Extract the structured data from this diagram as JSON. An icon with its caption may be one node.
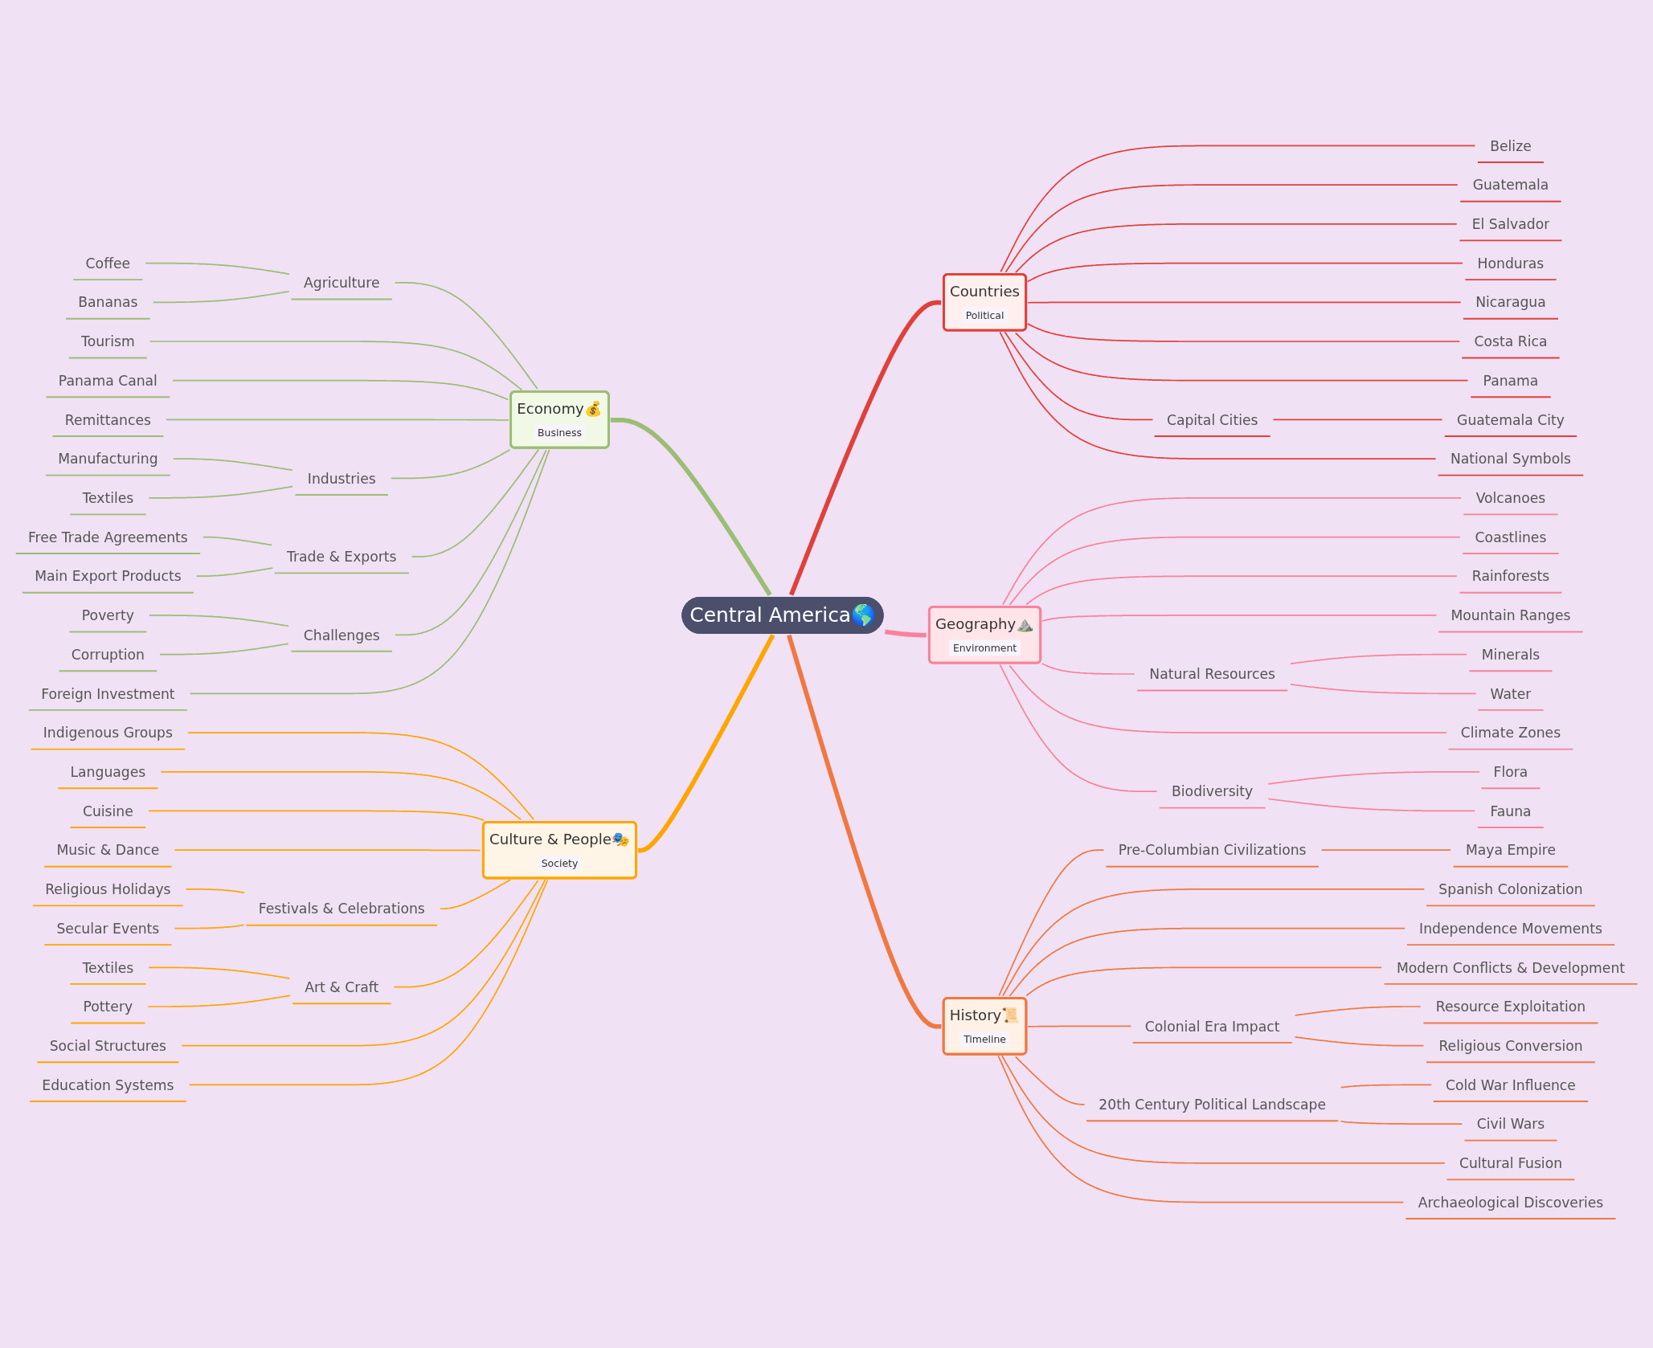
{
  "diagram": {
    "nodes": [
      {
        "text": [
          "Central America🌎"
        ]
      },
      {
        "text": [
          "Countries",
          "Political"
        ]
      },
      {
        "text": [
          "Belize"
        ]
      },
      {
        "text": [
          "Guatemala"
        ]
      },
      {
        "text": [
          "El Salvador"
        ]
      },
      {
        "text": [
          "Honduras"
        ]
      },
      {
        "text": [
          "Nicaragua"
        ]
      },
      {
        "text": [
          "Costa Rica"
        ]
      },
      {
        "text": [
          "Panama"
        ]
      },
      {
        "text": [
          "Capital Cities"
        ]
      },
      {
        "text": [
          "Guatemala City"
        ]
      },
      {
        "text": [
          "National Symbols"
        ]
      },
      {
        "text": [
          "Geography⛰️",
          "Environment"
        ]
      },
      {
        "text": [
          "Volcanoes"
        ]
      },
      {
        "text": [
          "Coastlines"
        ]
      },
      {
        "text": [
          "Rainforests"
        ]
      },
      {
        "text": [
          "Mountain Ranges"
        ]
      },
      {
        "text": [
          "Natural Resources"
        ]
      },
      {
        "text": [
          "Minerals"
        ]
      },
      {
        "text": [
          "Water"
        ]
      },
      {
        "text": [
          "Climate Zones"
        ]
      },
      {
        "text": [
          "Biodiversity"
        ]
      },
      {
        "text": [
          "Flora"
        ]
      },
      {
        "text": [
          "Fauna"
        ]
      },
      {
        "text": [
          "History📜",
          "Timeline"
        ]
      },
      {
        "text": [
          "Pre-Columbian Civilizations"
        ]
      },
      {
        "text": [
          "Maya Empire"
        ]
      },
      {
        "text": [
          "Spanish Colonization"
        ]
      },
      {
        "text": [
          "Independence Movements"
        ]
      },
      {
        "text": [
          "Modern Conflicts & Development"
        ]
      },
      {
        "text": [
          "Colonial Era Impact"
        ]
      },
      {
        "text": [
          "Resource Exploitation"
        ]
      },
      {
        "text": [
          "Religious Conversion"
        ]
      },
      {
        "text": [
          "20th Century Political Landscape"
        ]
      },
      {
        "text": [
          "Cold War Influence"
        ]
      },
      {
        "text": [
          "Civil Wars"
        ]
      },
      {
        "text": [
          "Cultural Fusion"
        ]
      },
      {
        "text": [
          "Archaeological Discoveries"
        ]
      },
      {
        "text": [
          "Economy💰",
          "Business"
        ]
      },
      {
        "text": [
          "Agriculture"
        ]
      },
      {
        "text": [
          "Coffee"
        ]
      },
      {
        "text": [
          "Bananas"
        ]
      },
      {
        "text": [
          "Tourism"
        ]
      },
      {
        "text": [
          "Panama Canal"
        ]
      },
      {
        "text": [
          "Remittances"
        ]
      },
      {
        "text": [
          "Industries"
        ]
      },
      {
        "text": [
          "Manufacturing"
        ]
      },
      {
        "text": [
          "Textiles"
        ]
      },
      {
        "text": [
          "Trade & Exports"
        ]
      },
      {
        "text": [
          "Free Trade Agreements"
        ]
      },
      {
        "text": [
          "Main Export Products"
        ]
      },
      {
        "text": [
          "Challenges"
        ]
      },
      {
        "text": [
          "Poverty"
        ]
      },
      {
        "text": [
          "Corruption"
        ]
      },
      {
        "text": [
          "Foreign Investment"
        ]
      },
      {
        "text": [
          "Culture & People🎭",
          "Society"
        ]
      },
      {
        "text": [
          "Indigenous Groups"
        ]
      },
      {
        "text": [
          "Languages"
        ]
      },
      {
        "text": [
          "Cuisine"
        ]
      },
      {
        "text": [
          "Music & Dance"
        ]
      },
      {
        "text": [
          "Festivals & Celebrations"
        ]
      },
      {
        "text": [
          "Religious Holidays"
        ]
      },
      {
        "text": [
          "Secular Events"
        ]
      },
      {
        "text": [
          "Art & Craft"
        ]
      },
      {
        "text": [
          "Textiles"
        ]
      },
      {
        "text": [
          "Pottery"
        ]
      },
      {
        "text": [
          "Social Structures"
        ]
      },
      {
        "text": [
          "Education Systems"
        ]
      }
    ],
    "edges": [
      {
        "from": 0,
        "to": 1,
        "arrow": "none",
        "style": "thick",
        "color": "#e0403a"
      },
      {
        "from": 1,
        "to": 2,
        "arrow": "none",
        "color": "#e0403a"
      },
      {
        "from": 1,
        "to": 3,
        "arrow": "none",
        "color": "#e0403a"
      },
      {
        "from": 1,
        "to": 4,
        "arrow": "none",
        "color": "#e0403a"
      },
      {
        "from": 1,
        "to": 5,
        "arrow": "none",
        "color": "#e0403a"
      },
      {
        "from": 1,
        "to": 6,
        "arrow": "none",
        "color": "#e0403a"
      },
      {
        "from": 1,
        "to": 7,
        "arrow": "none",
        "color": "#e0403a"
      },
      {
        "from": 1,
        "to": 8,
        "arrow": "none",
        "color": "#e0403a"
      },
      {
        "from": 1,
        "to": 9,
        "arrow": "none",
        "color": "#e0403a"
      },
      {
        "from": 9,
        "to": 10,
        "arrow": "none",
        "color": "#e0403a"
      },
      {
        "from": 1,
        "to": 11,
        "arrow": "none",
        "color": "#e0403a"
      },
      {
        "from": 0,
        "to": 12,
        "arrow": "none",
        "style": "thick",
        "color": "#f7829c"
      },
      {
        "from": 12,
        "to": 13,
        "arrow": "none",
        "color": "#f7829c"
      },
      {
        "from": 12,
        "to": 14,
        "arrow": "none",
        "color": "#f7829c"
      },
      {
        "from": 12,
        "to": 15,
        "arrow": "none",
        "color": "#f7829c"
      },
      {
        "from": 12,
        "to": 16,
        "arrow": "none",
        "color": "#f7829c"
      },
      {
        "from": 12,
        "to": 17,
        "arrow": "none",
        "color": "#f7829c"
      },
      {
        "from": 17,
        "to": 18,
        "arrow": "none",
        "color": "#f7829c"
      },
      {
        "from": 17,
        "to": 19,
        "arrow": "none",
        "color": "#f7829c"
      },
      {
        "from": 12,
        "to": 20,
        "arrow": "none",
        "color": "#f7829c"
      },
      {
        "from": 12,
        "to": 21,
        "arrow": "none",
        "color": "#f7829c"
      },
      {
        "from": 21,
        "to": 22,
        "arrow": "none",
        "color": "#f7829c"
      },
      {
        "from": 21,
        "to": 23,
        "arrow": "none",
        "color": "#f7829c"
      },
      {
        "from": 0,
        "to": 24,
        "arrow": "none",
        "style": "thick",
        "color": "#f07840"
      },
      {
        "from": 24,
        "to": 25,
        "arrow": "none",
        "color": "#f07840"
      },
      {
        "from": 25,
        "to": 26,
        "arrow": "none",
        "color": "#f07840"
      },
      {
        "from": 24,
        "to": 27,
        "arrow": "none",
        "color": "#f07840"
      },
      {
        "from": 24,
        "to": 28,
        "arrow": "none",
        "color": "#f07840"
      },
      {
        "from": 24,
        "to": 29,
        "arrow": "none",
        "color": "#f07840"
      },
      {
        "from": 24,
        "to": 30,
        "arrow": "none",
        "color": "#f07840"
      },
      {
        "from": 30,
        "to": 31,
        "arrow": "none",
        "color": "#f07840"
      },
      {
        "from": 30,
        "to": 32,
        "arrow": "none",
        "color": "#f07840"
      },
      {
        "from": 24,
        "to": 33,
        "arrow": "none",
        "color": "#f07840"
      },
      {
        "from": 33,
        "to": 34,
        "arrow": "none",
        "color": "#f07840"
      },
      {
        "from": 33,
        "to": 35,
        "arrow": "none",
        "color": "#f07840"
      },
      {
        "from": 24,
        "to": 36,
        "arrow": "none",
        "color": "#f07840"
      },
      {
        "from": 24,
        "to": 37,
        "arrow": "none",
        "color": "#f07840"
      },
      {
        "from": 0,
        "to": 38,
        "arrow": "none",
        "style": "thick",
        "color": "#9bbd74"
      },
      {
        "from": 38,
        "to": 39,
        "arrow": "none",
        "color": "#9bbd74"
      },
      {
        "from": 39,
        "to": 40,
        "arrow": "none",
        "color": "#9bbd74"
      },
      {
        "from": 39,
        "to": 41,
        "arrow": "none",
        "color": "#9bbd74"
      },
      {
        "from": 38,
        "to": 42,
        "arrow": "none",
        "color": "#9bbd74"
      },
      {
        "from": 38,
        "to": 43,
        "arrow": "none",
        "color": "#9bbd74"
      },
      {
        "from": 38,
        "to": 44,
        "arrow": "none",
        "color": "#9bbd74"
      },
      {
        "from": 38,
        "to": 45,
        "arrow": "none",
        "color": "#9bbd74"
      },
      {
        "from": 45,
        "to": 46,
        "arrow": "none",
        "color": "#9bbd74"
      },
      {
        "from": 45,
        "to": 47,
        "arrow": "none",
        "color": "#9bbd74"
      },
      {
        "from": 38,
        "to": 48,
        "arrow": "none",
        "color": "#9bbd74"
      },
      {
        "from": 48,
        "to": 49,
        "arrow": "none",
        "color": "#9bbd74"
      },
      {
        "from": 48,
        "to": 50,
        "arrow": "none",
        "color": "#9bbd74"
      },
      {
        "from": 38,
        "to": 51,
        "arrow": "none",
        "color": "#9bbd74"
      },
      {
        "from": 51,
        "to": 52,
        "arrow": "none",
        "color": "#9bbd74"
      },
      {
        "from": 51,
        "to": 53,
        "arrow": "none",
        "color": "#9bbd74"
      },
      {
        "from": 38,
        "to": 54,
        "arrow": "none",
        "color": "#9bbd74"
      },
      {
        "from": 0,
        "to": 55,
        "arrow": "none",
        "style": "thick",
        "color": "#ffa500"
      },
      {
        "from": 55,
        "to": 56,
        "arrow": "none",
        "color": "#ffa500"
      },
      {
        "from": 55,
        "to": 57,
        "arrow": "none",
        "color": "#ffa500"
      },
      {
        "from": 55,
        "to": 58,
        "arrow": "none",
        "color": "#ffa500"
      },
      {
        "from": 55,
        "to": 59,
        "arrow": "none",
        "color": "#ffa500"
      },
      {
        "from": 55,
        "to": 60,
        "arrow": "none",
        "color": "#ffa500"
      },
      {
        "from": 60,
        "to": 61,
        "arrow": "none",
        "color": "#ffa500"
      },
      {
        "from": 60,
        "to": 62,
        "arrow": "none",
        "color": "#ffa500"
      },
      {
        "from": 55,
        "to": 63,
        "arrow": "none",
        "color": "#ffa500"
      },
      {
        "from": 63,
        "to": 64,
        "arrow": "none",
        "color": "#ffa500"
      },
      {
        "from": 63,
        "to": 65,
        "arrow": "none",
        "color": "#ffa500"
      },
      {
        "from": 55,
        "to": 66,
        "arrow": "none",
        "color": "#ffa500"
      },
      {
        "from": 55,
        "to": 67,
        "arrow": "none",
        "color": "#ffa500"
      }
    ]
  }
}
